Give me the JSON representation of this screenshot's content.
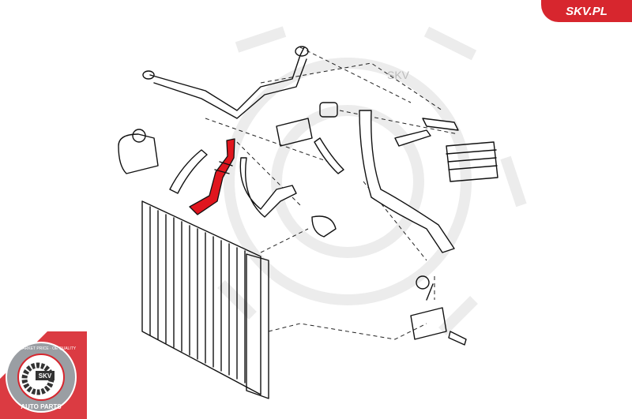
{
  "brand": {
    "label": "SKV.PL",
    "color": "#d7262e"
  },
  "badge": {
    "center_text": "SKV",
    "ring_top_text": "AFTERMARKET PRICE · OE QUALITY",
    "ring_bottom_text": "AUTO PARTS"
  },
  "watermark": {
    "text": "SKV"
  },
  "diagram": {
    "highlight_color": "#e0161e"
  }
}
